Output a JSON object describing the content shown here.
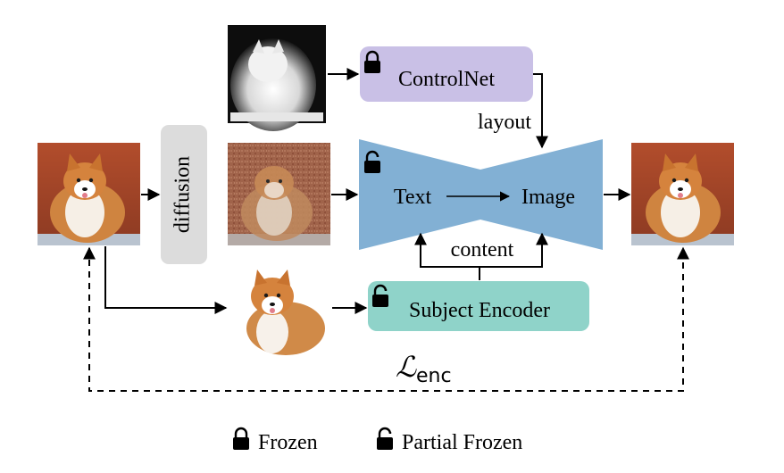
{
  "nodes": {
    "controlnet": "ControlNet",
    "diffusion": "diffusion",
    "text": "Text",
    "image": "Image",
    "subject_encoder": "Subject Encoder"
  },
  "edges": {
    "layout": "layout",
    "content": "content"
  },
  "loss": {
    "symbol": "ℒ",
    "subscript": "enc"
  },
  "legend": {
    "frozen": "Frozen",
    "partial_frozen": "Partial Frozen"
  },
  "icons": {
    "frozen": "closed-lock-icon",
    "partial_frozen": "open-lock-icon"
  },
  "colors": {
    "controlnet": "#c9c0e6",
    "unet": "#82b0d4",
    "subject_encoder": "#8fd3c9",
    "diffusion": "#dcdcdc",
    "photo_bg": "#a8462a"
  }
}
